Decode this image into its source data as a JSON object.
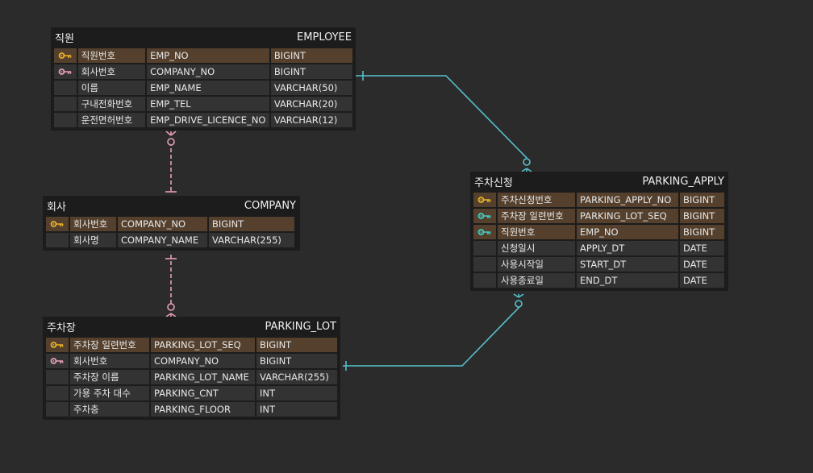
{
  "colors": {
    "background": "#2b2b2b",
    "table_bg": "#1c1c1c",
    "cell_bg": "#333333",
    "pk_row_bg": "#54402d",
    "pk_key": "#e9b32a",
    "fk_key": "#e7a0b4",
    "fkpk_key": "#3fd0c9",
    "link_pink": "#e7a0b4",
    "link_cyan": "#56c1cc"
  },
  "tables": [
    {
      "id": "employee",
      "logical_name": "직원",
      "physical_name": "EMPLOYEE",
      "columns": [
        {
          "key": "pk",
          "logical": "직원번호",
          "physical": "EMP_NO",
          "type": "BIGINT"
        },
        {
          "key": "fk",
          "logical": "회사번호",
          "physical": "COMPANY_NO",
          "type": "BIGINT"
        },
        {
          "key": "",
          "logical": "이름",
          "physical": "EMP_NAME",
          "type": "VARCHAR(50)"
        },
        {
          "key": "",
          "logical": "구내전화번호",
          "physical": "EMP_TEL",
          "type": "VARCHAR(20)"
        },
        {
          "key": "",
          "logical": "운전면허번호",
          "physical": "EMP_DRIVE_LICENCE_NO",
          "type": "VARCHAR(12)"
        }
      ]
    },
    {
      "id": "company",
      "logical_name": "회사",
      "physical_name": "COMPANY",
      "columns": [
        {
          "key": "pk",
          "logical": "회사번호",
          "physical": "COMPANY_NO",
          "type": "BIGINT"
        },
        {
          "key": "",
          "logical": "회사명",
          "physical": "COMPANY_NAME",
          "type": "VARCHAR(255)"
        }
      ]
    },
    {
      "id": "parking_lot",
      "logical_name": "주차장",
      "physical_name": "PARKING_LOT",
      "columns": [
        {
          "key": "pk",
          "logical": "주차장 일련번호",
          "physical": "PARKING_LOT_SEQ",
          "type": "BIGINT"
        },
        {
          "key": "fk",
          "logical": "회사번호",
          "physical": "COMPANY_NO",
          "type": "BIGINT"
        },
        {
          "key": "",
          "logical": "주차장 이름",
          "physical": "PARKING_LOT_NAME",
          "type": "VARCHAR(255)"
        },
        {
          "key": "",
          "logical": "가용 주차 대수",
          "physical": "PARKING_CNT",
          "type": "INT"
        },
        {
          "key": "",
          "logical": "주차층",
          "physical": "PARKING_FLOOR",
          "type": "INT"
        }
      ]
    },
    {
      "id": "parking_apply",
      "logical_name": "주차신청",
      "physical_name": "PARKING_APPLY",
      "columns": [
        {
          "key": "pk",
          "logical": "주차신청번호",
          "physical": "PARKING_APPLY_NO",
          "type": "BIGINT"
        },
        {
          "key": "fkpk",
          "logical": "주차장 일련번호",
          "physical": "PARKING_LOT_SEQ",
          "type": "BIGINT"
        },
        {
          "key": "fkpk",
          "logical": "직원번호",
          "physical": "EMP_NO",
          "type": "BIGINT"
        },
        {
          "key": "",
          "logical": "신청일시",
          "physical": "APPLY_DT",
          "type": "DATE"
        },
        {
          "key": "",
          "logical": "사용시작일",
          "physical": "START_DT",
          "type": "DATE"
        },
        {
          "key": "",
          "logical": "사용종료일",
          "physical": "END_DT",
          "type": "DATE"
        }
      ]
    }
  ],
  "relationships": [
    {
      "from": "company",
      "to": "employee",
      "style": "dashed",
      "color": "link_pink",
      "from_cardinality": "one",
      "to_cardinality": "zero-or-many"
    },
    {
      "from": "company",
      "to": "parking_lot",
      "style": "dashed",
      "color": "link_pink",
      "from_cardinality": "one",
      "to_cardinality": "zero-or-many"
    },
    {
      "from": "employee",
      "to": "parking_apply",
      "style": "solid",
      "color": "link_cyan",
      "from_cardinality": "one",
      "to_cardinality": "zero-or-many"
    },
    {
      "from": "parking_lot",
      "to": "parking_apply",
      "style": "solid",
      "color": "link_cyan",
      "from_cardinality": "one",
      "to_cardinality": "zero-or-many"
    }
  ]
}
